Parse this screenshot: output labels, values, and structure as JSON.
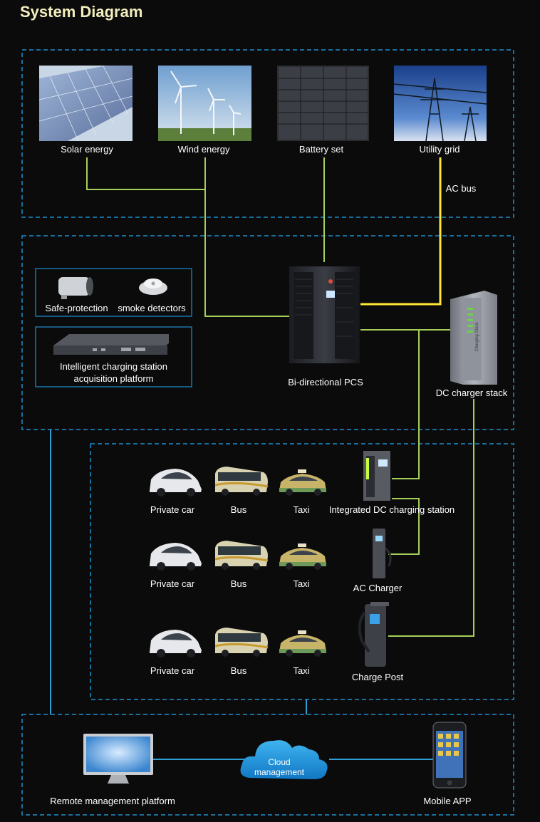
{
  "title": "System Diagram",
  "sources": {
    "solar": "Solar energy",
    "wind": "Wind energy",
    "battery": "Battery set",
    "grid": "Utility grid",
    "ac_bus": "AC bus"
  },
  "monitoring": {
    "safe_protection": "Safe-protection",
    "smoke_detectors": "smoke detectors",
    "platform_line1": "Intelligent charging station",
    "platform_line2": "acquisition platform"
  },
  "conversion": {
    "pcs": "Bi-directional PCS",
    "dc_stack": "DC charger stack",
    "stack_badge": "Charging Stack"
  },
  "vehicles": {
    "rows": [
      {
        "car": "Private car",
        "bus": "Bus",
        "taxi": "Taxi",
        "charger": "Integrated DC charging station"
      },
      {
        "car": "Private car",
        "bus": "Bus",
        "taxi": "Taxi",
        "charger": "AC Charger"
      },
      {
        "car": "Private car",
        "bus": "Bus",
        "taxi": "Taxi",
        "charger": "Charge Post"
      }
    ]
  },
  "management": {
    "remote": "Remote management platform",
    "cloud_line1": "Cloud",
    "cloud_line2": "management",
    "mobile": "Mobile APP"
  },
  "colors": {
    "background": "#0b0b0b",
    "frame": "#1e8fd0",
    "link_green": "#a5cf5a",
    "link_yellow": "#ffe632",
    "link_blue": "#2f9fd8",
    "title": "#f2eebd"
  }
}
